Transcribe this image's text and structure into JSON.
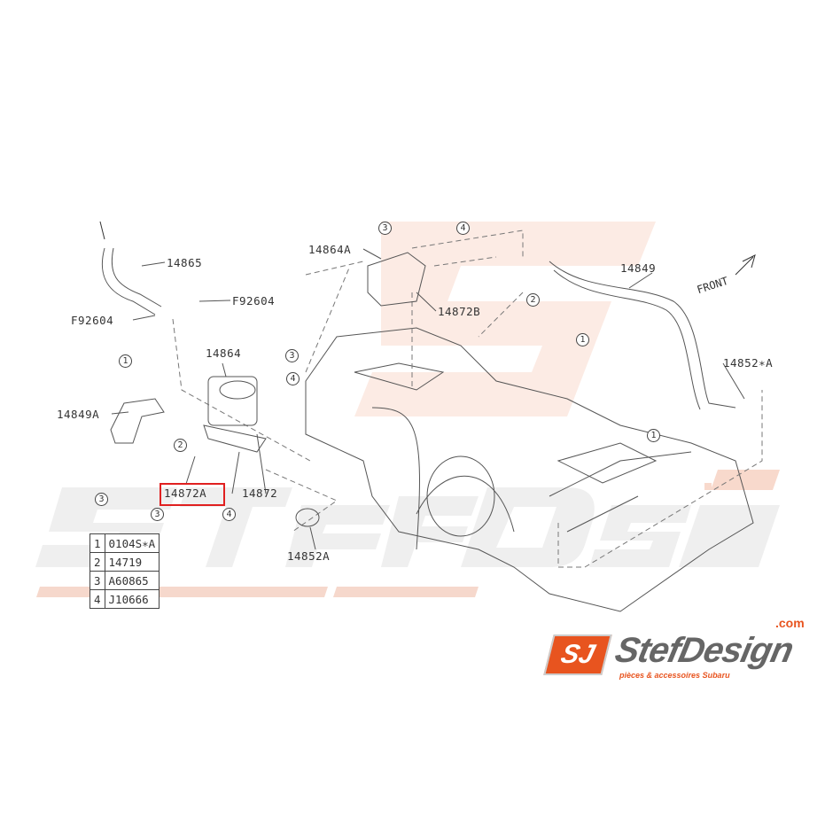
{
  "watermark": {
    "brand": "StefDesign",
    "domain": ".com",
    "tagline": "pièces & accessoires Subaru",
    "monogram": "SJ"
  },
  "logo": {
    "monogram": "SJ",
    "name": "StefDesign",
    "domain": ".com",
    "tagline": "pièces & accessoires Subaru",
    "color": "#e8541f"
  },
  "labels": {
    "p14865": "14865",
    "pF92604a": "F92604",
    "pF92604b": "F92604",
    "p14864A": "14864A",
    "p14872B": "14872B",
    "p14849": "14849",
    "front": "FRONT",
    "p14852sA": "14852∗A",
    "p14864": "14864",
    "p14849A": "14849A",
    "p14872A": "14872A",
    "p14872": "14872",
    "p14852A": "14852A"
  },
  "callouts": {
    "one": "1",
    "two": "2",
    "three": "3",
    "four": "4"
  },
  "legend": [
    {
      "num": "1",
      "part": "0104S∗A"
    },
    {
      "num": "2",
      "part": "14719"
    },
    {
      "num": "3",
      "part": "A60865"
    },
    {
      "num": "4",
      "part": "J10666"
    }
  ],
  "highlight_color": "#e02020"
}
